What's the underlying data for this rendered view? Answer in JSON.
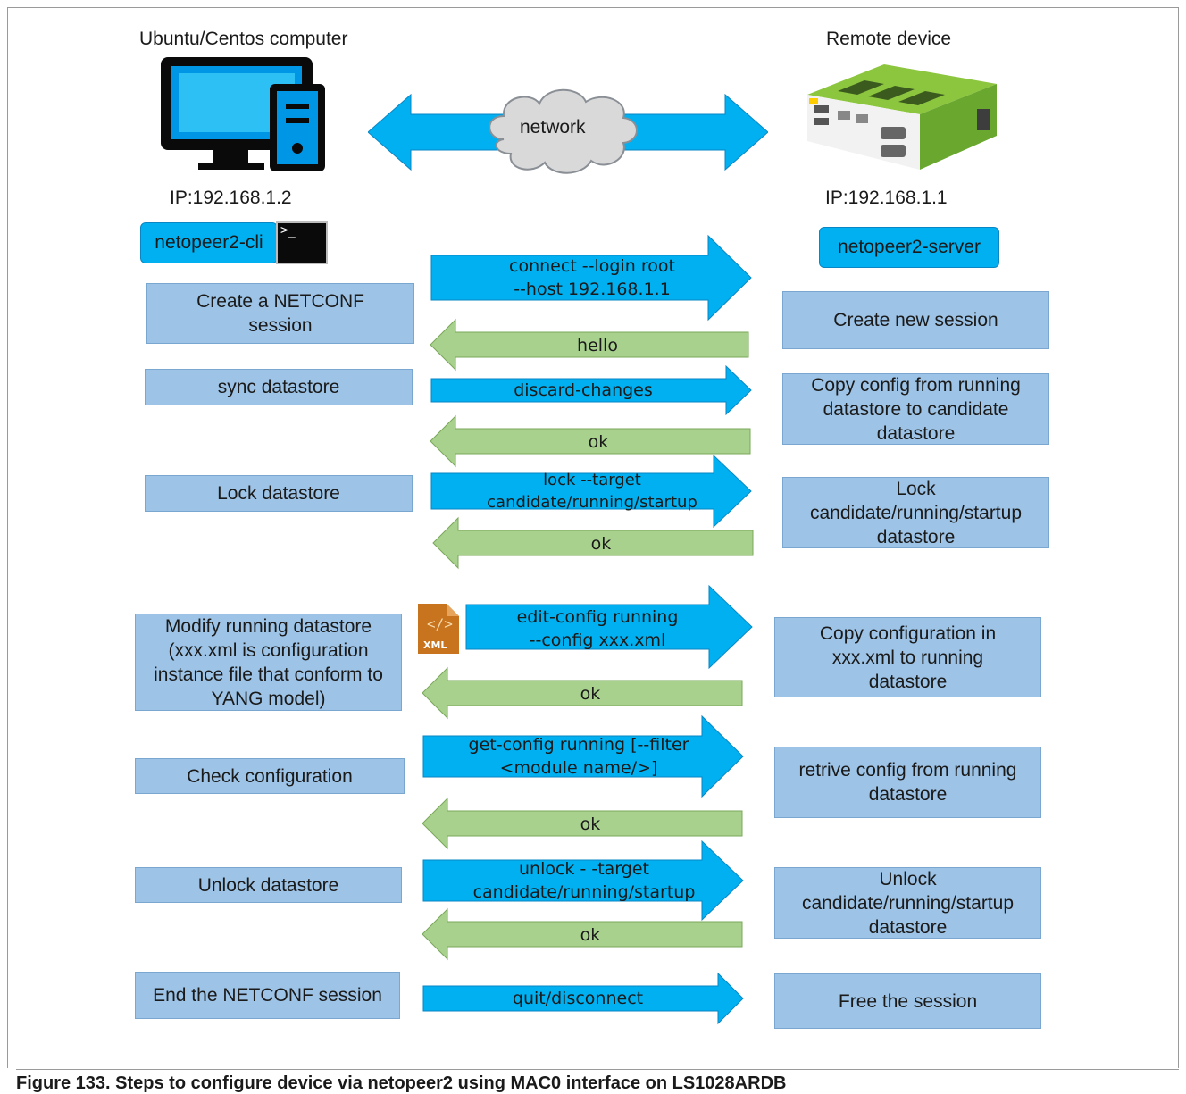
{
  "header": {
    "left_title": "Ubuntu/Centos computer",
    "right_title": "Remote device",
    "network_label": "network",
    "left_ip": "IP:192.168.1.2",
    "right_ip": "IP:192.168.1.1",
    "client_label": "netopeer2-cli",
    "server_label": "netopeer2-server",
    "terminal_prompt": ">_",
    "xml_icon_text": "XML"
  },
  "steps": [
    {
      "client": "Create a NETCONF\nsession",
      "request": "connect --login root\n--host 192.168.1.1",
      "response": "hello",
      "server": "Create new session"
    },
    {
      "client": "sync datastore",
      "request": "discard-changes",
      "response": "ok",
      "server": "Copy config from running\ndatastore to candidate\ndatastore"
    },
    {
      "client": "Lock datastore",
      "request": "lock --target\ncandidate/running/startup",
      "response": "ok",
      "server": "Lock\ncandidate/running/startup\ndatastore"
    },
    {
      "client": "Modify running datastore\n(xxx.xml is configuration\ninstance file that conform to\nYANG model)",
      "request": "edit-config running\n--config xxx.xml",
      "response": "ok",
      "server": "Copy configuration in\nxxx.xml to running\ndatastore"
    },
    {
      "client": "Check configuration",
      "request": "get-config running [--filter\n<module name/>]",
      "response": "ok",
      "server": "retrive config from running\ndatastore"
    },
    {
      "client": "Unlock datastore",
      "request": "unlock - -target\ncandidate/running/startup",
      "response": "ok",
      "server": "Unlock\ncandidate/running/startup\ndatastore"
    },
    {
      "client": "End the NETCONF session",
      "request": "quit/disconnect",
      "response": null,
      "server": "Free the session"
    }
  ],
  "caption": "Figure 133.  Steps to configure device via netopeer2 using MAC0 interface on LS1028ARDB",
  "colors": {
    "request_arrow": "#00b0f0",
    "response_arrow": "#a9d18e",
    "box": "#9dc3e6",
    "pill": "#00b0f0"
  }
}
